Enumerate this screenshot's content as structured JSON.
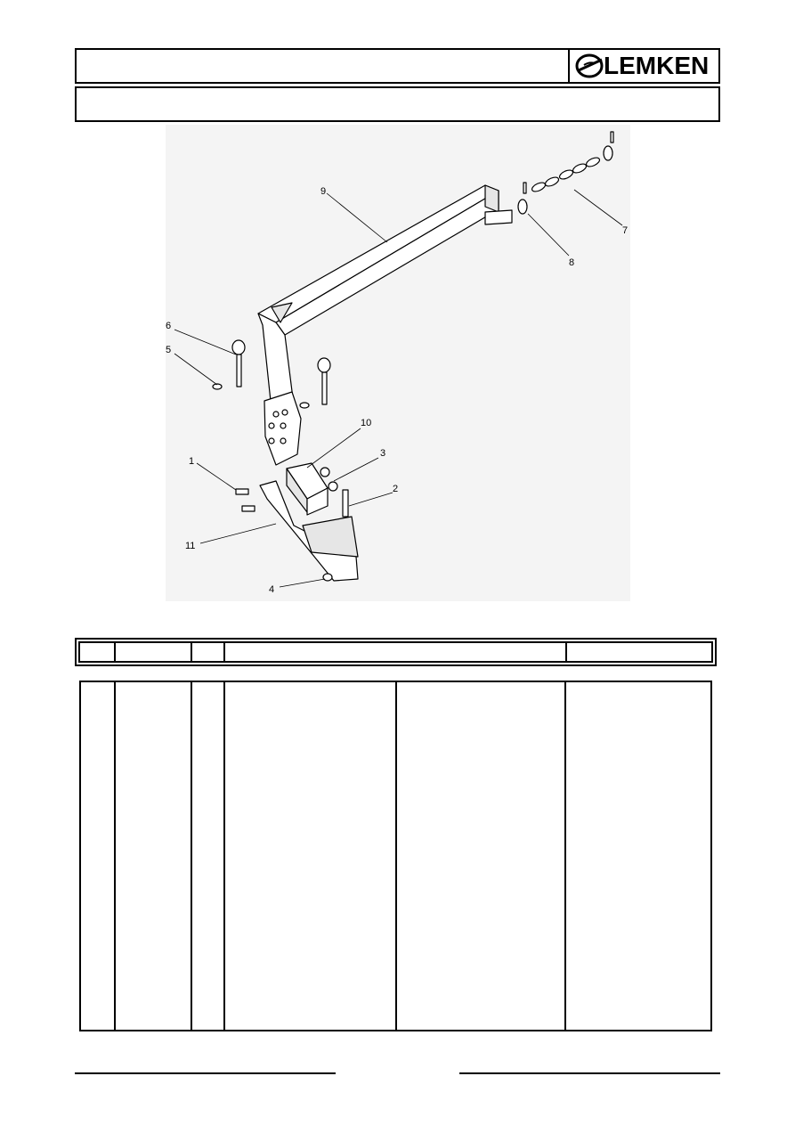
{
  "brand": {
    "name": "LEMKEN"
  },
  "header": {
    "title": "",
    "subtitle": ""
  },
  "diagram": {
    "callouts": [
      "1",
      "2",
      "3",
      "4",
      "5",
      "6",
      "7",
      "8",
      "9",
      "10",
      "11"
    ]
  },
  "parts_table": {
    "columns": [
      "",
      "",
      "",
      "",
      ""
    ],
    "rows": []
  },
  "footer": {
    "left": "",
    "right": ""
  }
}
